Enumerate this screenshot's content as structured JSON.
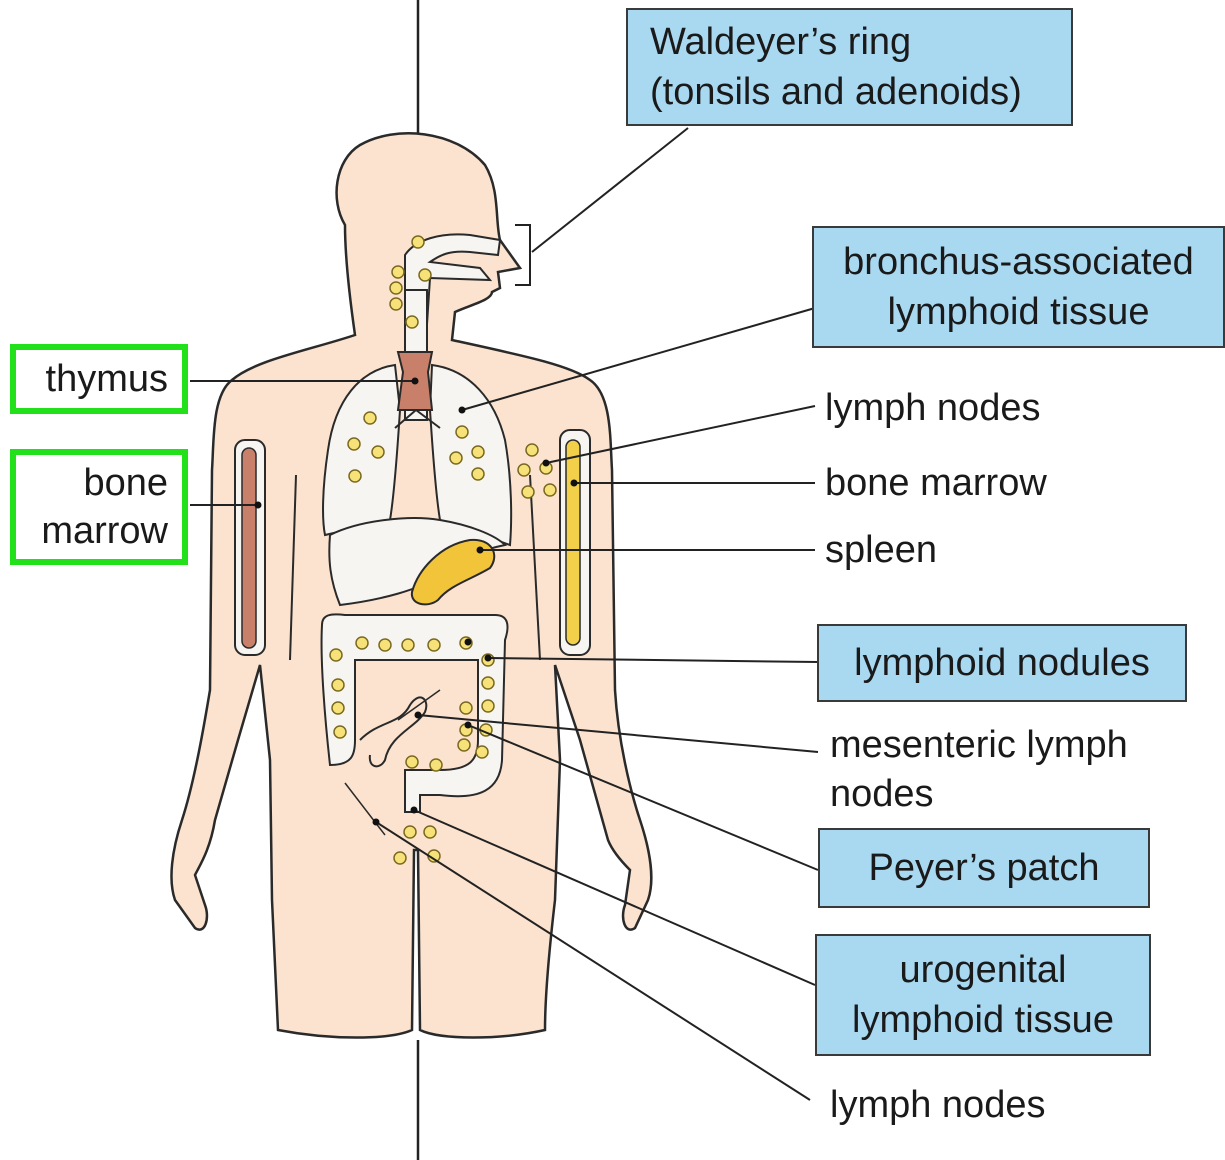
{
  "colors": {
    "skin": "#fbe3cf",
    "organ": "#f7f5f2",
    "node": "#f7e27a",
    "node_stroke": "#7a6a20",
    "thymus": "#c9806a",
    "bone_marrow_left": "#c9806a",
    "bone_marrow_right": "#f2d04a",
    "spleen": "#f2c43a",
    "label_box": "#a9d8f1",
    "highlight": "#22e01a"
  },
  "labels": {
    "waldeyer": [
      "Waldeyer’s ring",
      "(tonsils and adenoids)"
    ],
    "bronchus": [
      "bronchus-associated",
      "lymphoid tissue"
    ],
    "lymph_nodes_upper": "lymph nodes",
    "bone_marrow_right": "bone marrow",
    "spleen": "spleen",
    "lymphoid_nodules": "lymphoid nodules",
    "mesenteric": [
      "mesenteric lymph",
      "nodes"
    ],
    "peyers_patch": "Peyer’s patch",
    "urogenital": [
      "urogenital",
      "lymphoid tissue"
    ],
    "lymph_nodes_lower": "lymph nodes",
    "thymus": "thymus",
    "bone_marrow_left": [
      "bone",
      "marrow"
    ]
  }
}
